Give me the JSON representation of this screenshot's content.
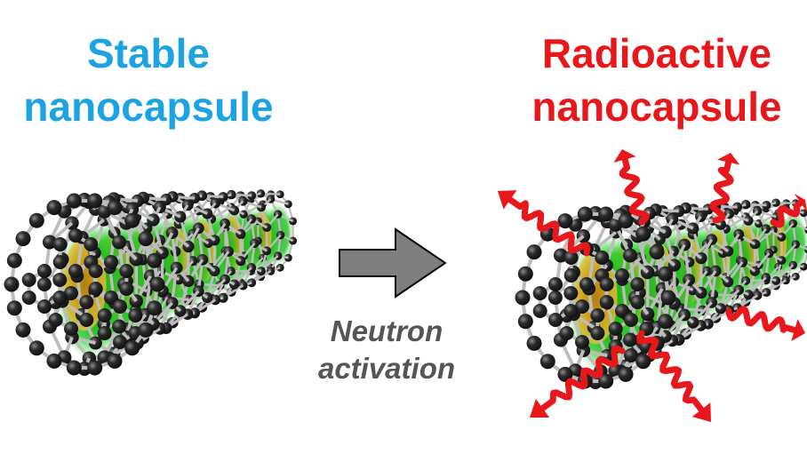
{
  "left_title": {
    "line1": "Stable",
    "line2": "nanocapsule",
    "color": "#1ba3e4"
  },
  "right_title": {
    "line1": "Radioactive",
    "line2": "nanocapsule",
    "color": "#e8171b"
  },
  "process": {
    "line1": "Neutron",
    "line2": "activation"
  },
  "colors": {
    "atom": "#2b2b2b",
    "bond": "#bdbdbd",
    "fill_core": "#e2a21a",
    "fill_halo": "#22c422",
    "arrow": "#7f7f7f",
    "radiation": "#e8171b"
  },
  "icons": {
    "left_tube": "carbon-nanotube-icon",
    "right_tube": "radioactive-nanotube-icon",
    "arrow": "right-arrow-icon",
    "rays": "radiation-wave-icon"
  }
}
